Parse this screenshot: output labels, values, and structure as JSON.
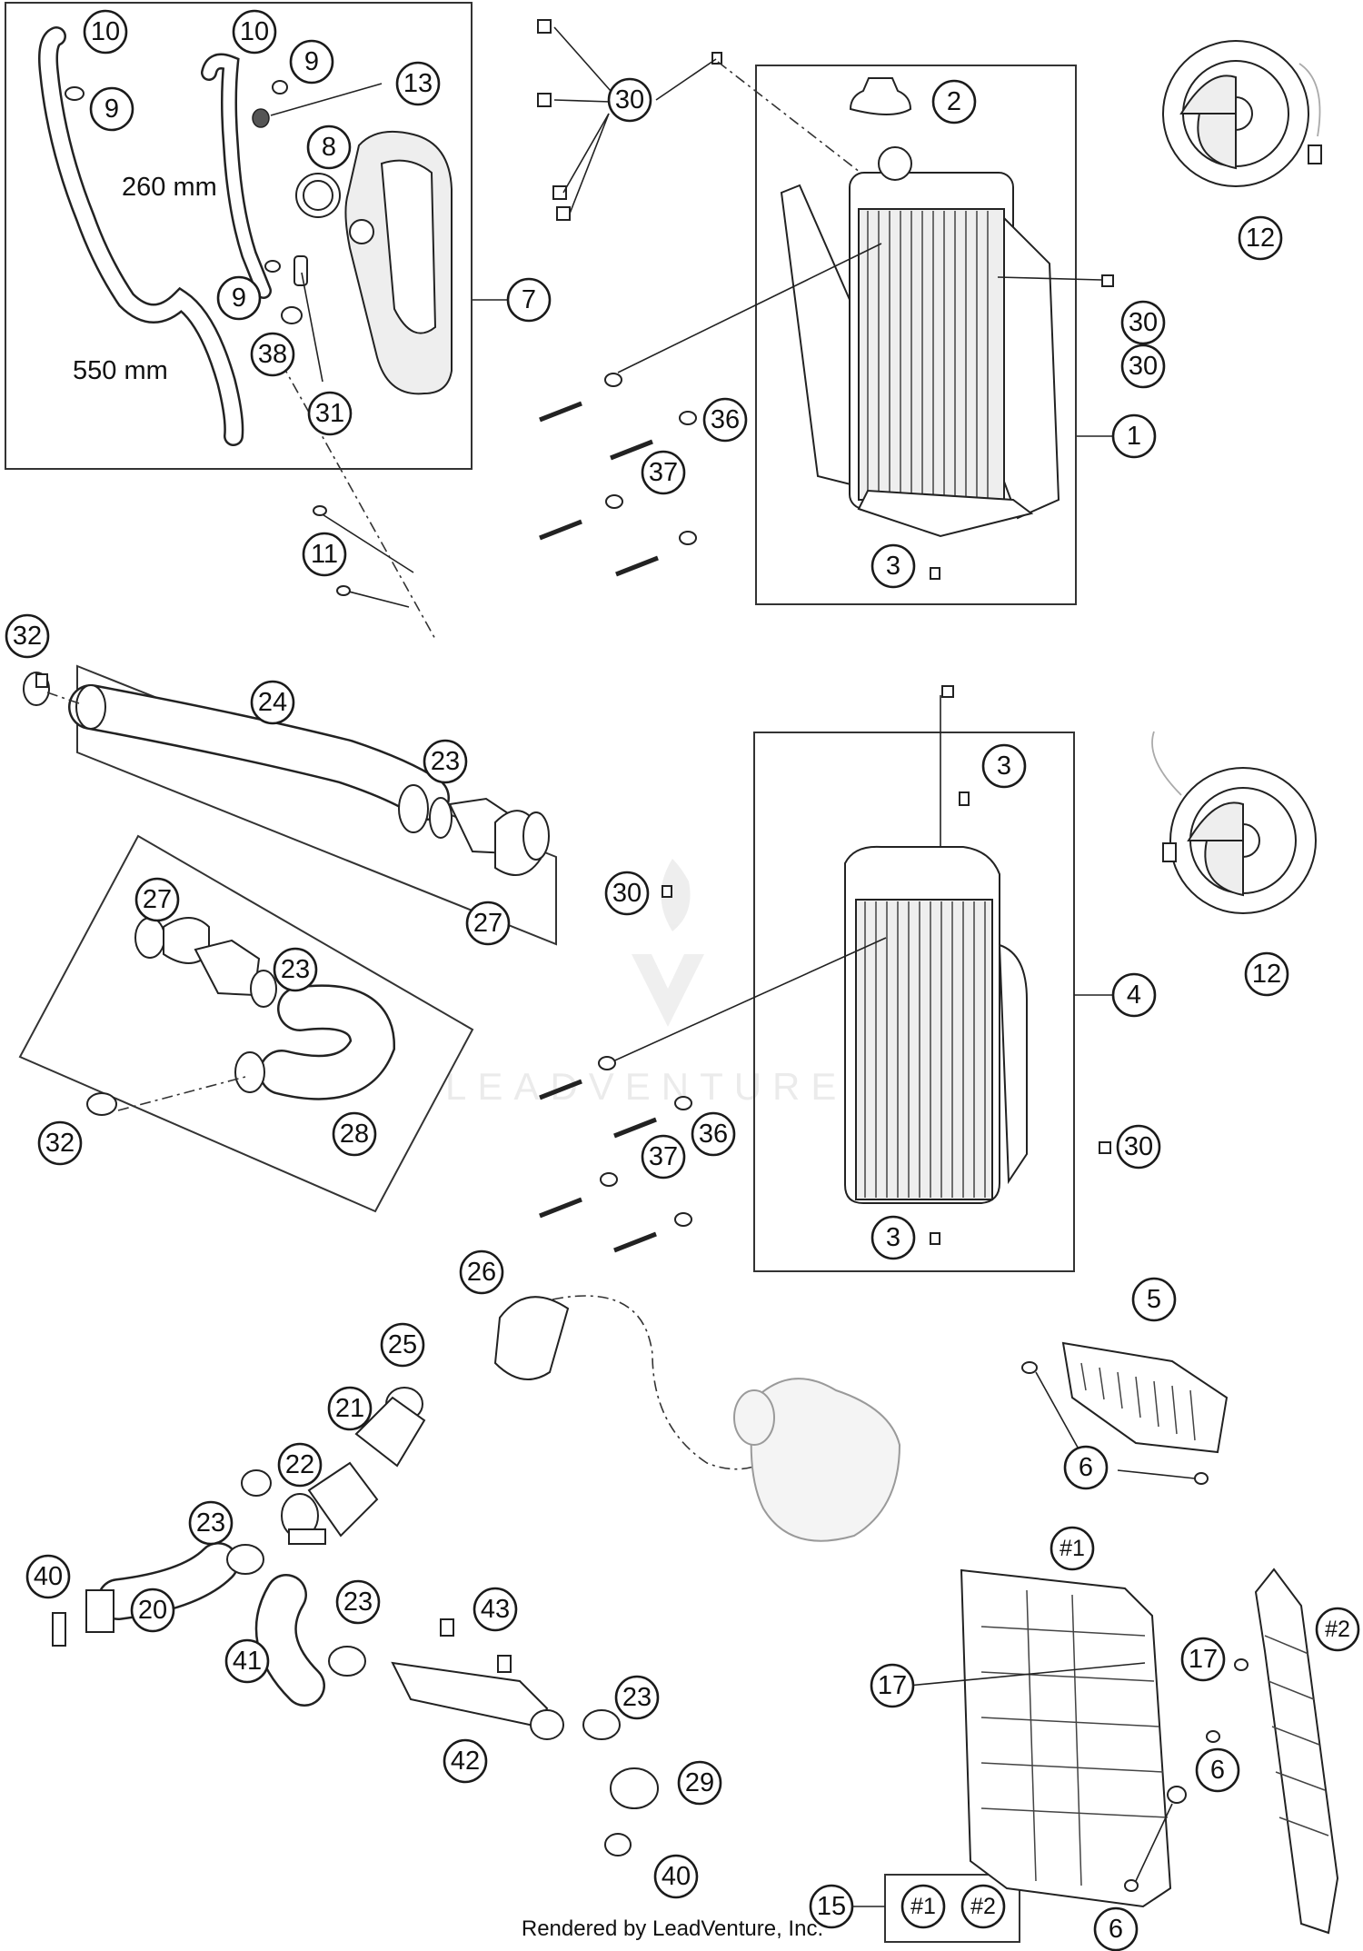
{
  "measurements": [
    {
      "id": "hose-260",
      "text": "260 mm"
    },
    {
      "id": "hose-550",
      "text": "550 mm"
    }
  ],
  "watermark": {
    "text": "LEADVENTURE"
  },
  "footer": {
    "text": "Rendered by LeadVenture, Inc."
  },
  "kit": {
    "label": "15",
    "items": [
      "#1",
      "#2"
    ]
  },
  "callouts": [
    "10",
    "9",
    "10",
    "9",
    "13",
    "8",
    "9",
    "38",
    "31",
    "7",
    "30",
    "2",
    "12",
    "30",
    "1",
    "36",
    "37",
    "3",
    "11",
    "32",
    "24",
    "23",
    "27",
    "27",
    "23",
    "32",
    "28",
    "30",
    "3",
    "30",
    "12",
    "4",
    "36",
    "37",
    "30",
    "3",
    "26",
    "25",
    "21",
    "22",
    "23",
    "40",
    "20",
    "23",
    "41",
    "43",
    "42",
    "23",
    "29",
    "40",
    "5",
    "6",
    "#1",
    "17",
    "17",
    "#2",
    "6",
    "6"
  ]
}
